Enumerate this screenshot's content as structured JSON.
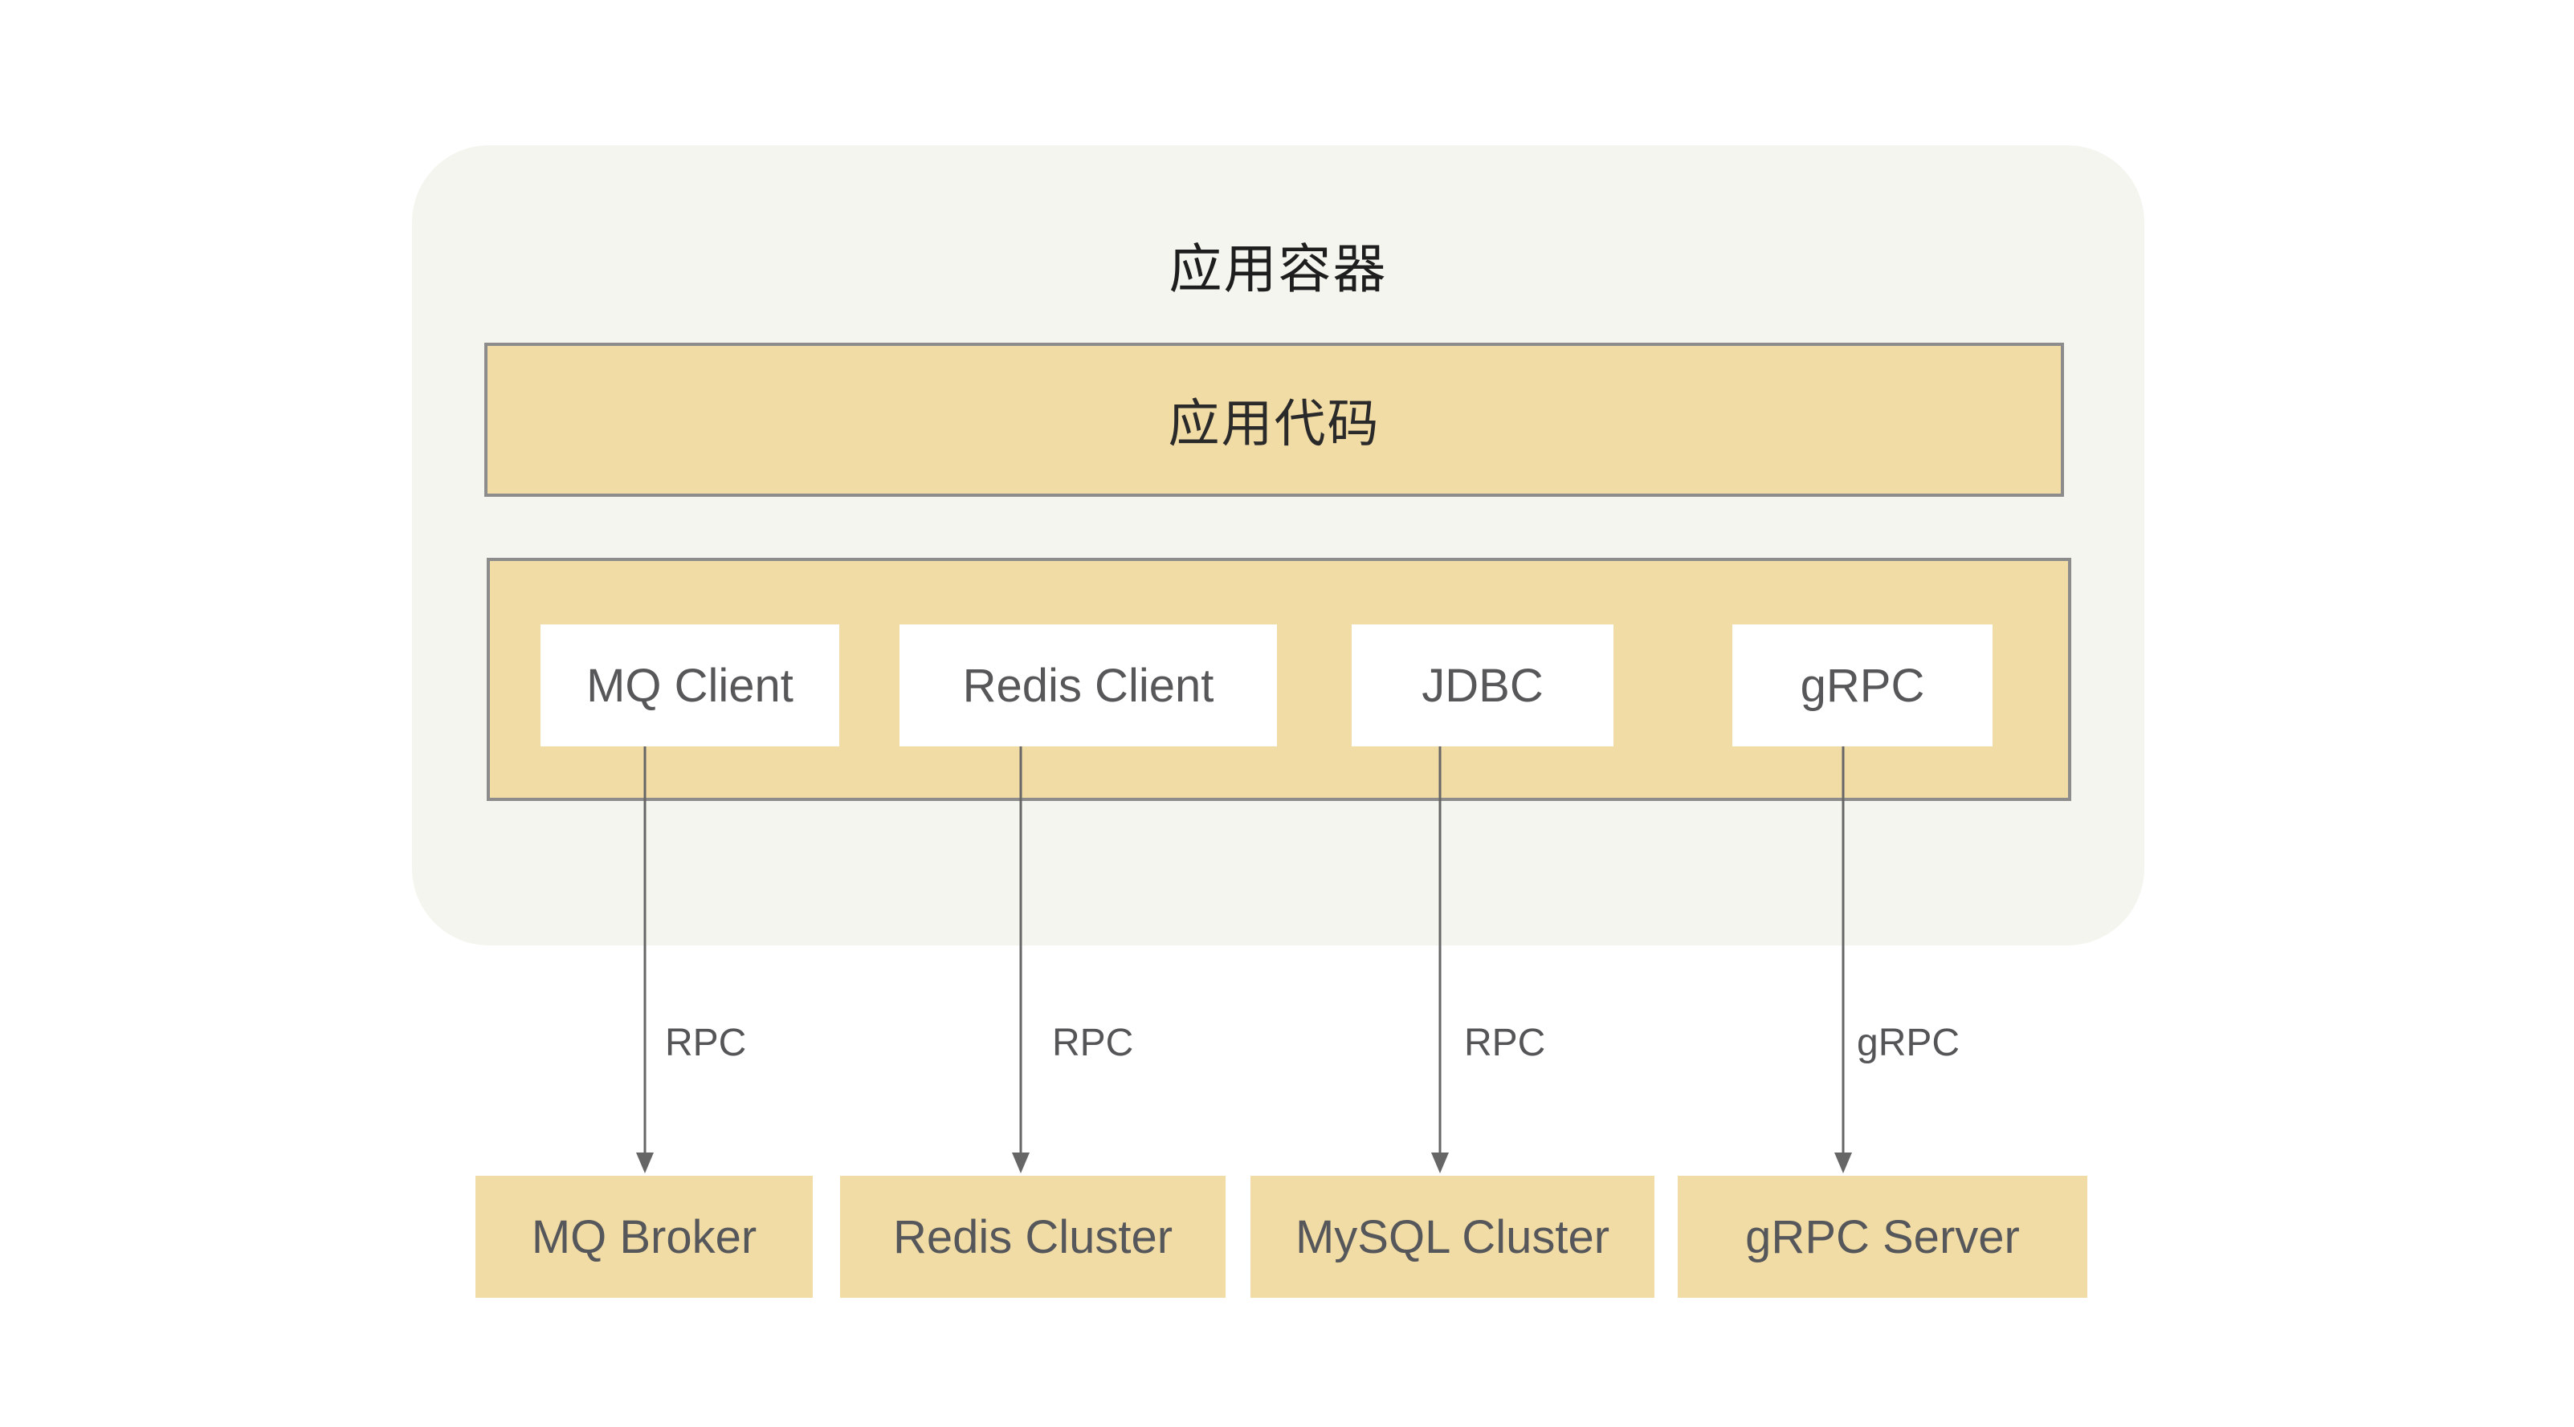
{
  "container": {
    "title": "应用容器",
    "code_label": "应用代码"
  },
  "clients": [
    {
      "label": "MQ Client"
    },
    {
      "label": "Redis Client"
    },
    {
      "label": "JDBC"
    },
    {
      "label": "gRPC"
    }
  ],
  "edges": [
    {
      "label": "RPC"
    },
    {
      "label": "RPC"
    },
    {
      "label": "RPC"
    },
    {
      "label": "gRPC"
    }
  ],
  "targets": [
    {
      "label": "MQ Broker"
    },
    {
      "label": "Redis Cluster"
    },
    {
      "label": "MySQL Cluster"
    },
    {
      "label": "gRPC Server"
    }
  ],
  "colors": {
    "panel_bg": "#F5F5F0",
    "box_fill": "#F2DCA5",
    "box_border": "#8C8C8C",
    "arrow": "#666666",
    "title_text": "#1E1E1E",
    "label_text": "#57575A"
  }
}
